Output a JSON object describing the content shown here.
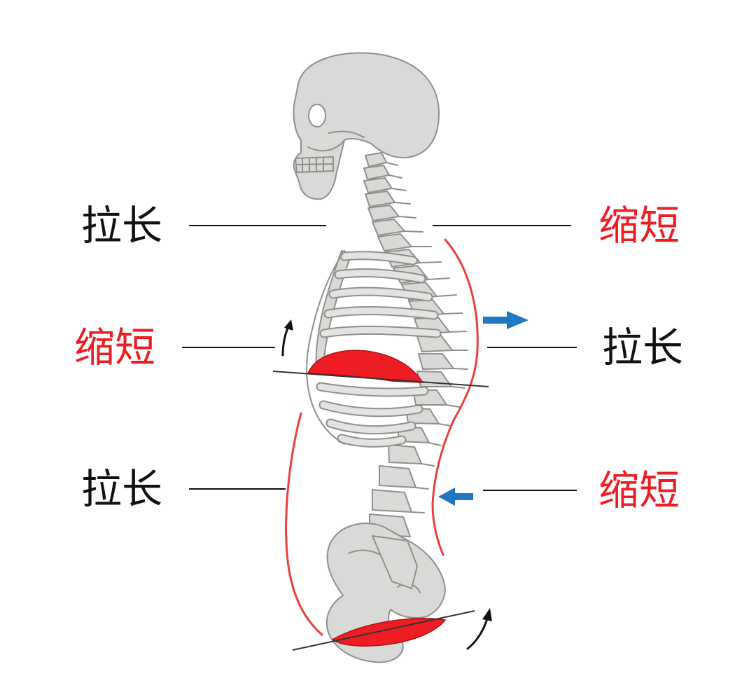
{
  "labels": {
    "left_top": "拉长",
    "left_middle": "缩短",
    "left_bottom": "拉长",
    "right_top": "缩短",
    "right_middle": "拉长",
    "right_bottom": "缩短"
  },
  "colors": {
    "muscle_red": "#ee1d23",
    "muscle_line": "#e8403e",
    "arrow_blue": "#1f78c1",
    "bone_fill": "#d9d9d7",
    "bone_stroke": "#8f8f8c",
    "text_black": "#111111"
  }
}
